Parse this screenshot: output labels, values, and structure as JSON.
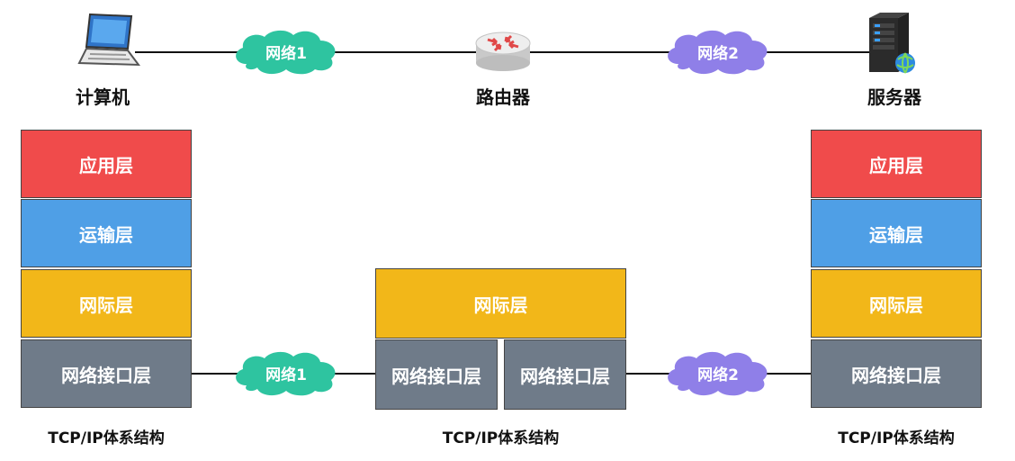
{
  "devices": {
    "computer": "计算机",
    "router": "路由器",
    "server": "服务器"
  },
  "networks": {
    "net1": "网络1",
    "net2": "网络2"
  },
  "layers": {
    "application": "应用层",
    "transport": "运输层",
    "internet": "网际层",
    "link": "网络接口层"
  },
  "caption": "TCP/IP体系结构",
  "colors": {
    "application": "#f04b4b",
    "transport": "#4f9fe6",
    "internet": "#f2b719",
    "link": "#6f7b89",
    "network1_cloud": "#2ec4a0",
    "network2_cloud": "#8f7fe8"
  }
}
